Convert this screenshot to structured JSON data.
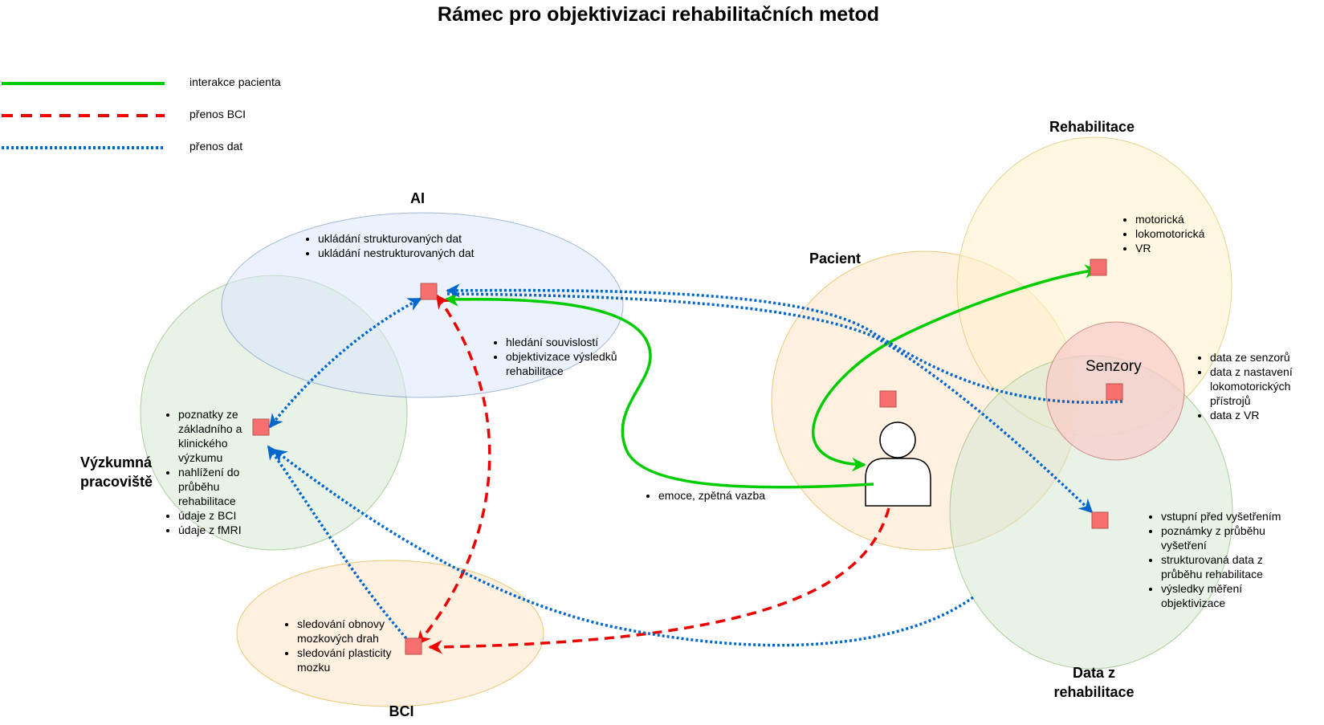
{
  "title": "Rámec pro objektivizaci rehabilitačních metod",
  "legend": [
    {
      "label": "interakce pacienta",
      "color": "#00cc00",
      "style": "solid"
    },
    {
      "label": "přenos BCI",
      "color": "#ee0000",
      "style": "dashed"
    },
    {
      "label": "přenos dat",
      "color": "#0066cc",
      "style": "dotted"
    }
  ],
  "regions": {
    "ai": {
      "title": "AI",
      "items_top": [
        "ukládání strukturovaných dat",
        "ukládání nestrukturovaných dat"
      ],
      "items_right": [
        "hledání souvislostí",
        "objektivizace výsledků rehabilitace"
      ]
    },
    "research": {
      "title": "Výzkumná pracoviště",
      "items": [
        "poznatky ze základního a klinického výzkumu",
        "nahlížení do průběhu rehabilitace",
        "údaje z BCI",
        "údaje z fMRI"
      ]
    },
    "bci": {
      "title": "BCI",
      "items": [
        "sledování obnovy mozkových drah",
        "sledování plasticity mozku"
      ]
    },
    "patient": {
      "title": "Pacient",
      "items": [
        "emoce, zpětná vazba"
      ]
    },
    "rehabilitation": {
      "title": "Rehabilitace",
      "items": [
        "motorická",
        "lokomotorická",
        "VR"
      ]
    },
    "sensors": {
      "title": "Senzory",
      "items": [
        "data ze senzorů",
        "data z nastavení lokomotorických přístrojů",
        "data z VR"
      ]
    },
    "rehab_data": {
      "title": "Data z rehabilitace",
      "items": [
        "vstupní před vyšetřením",
        "poznámky z průběhu vyšetření",
        "strukturovaná data z průběhu rehabilitace",
        "výsledky měření objektivizace"
      ]
    }
  },
  "colors": {
    "green": "#00cc00",
    "red": "#ee0000",
    "blue": "#0066cc",
    "node_fill": "#f86f6f",
    "node_stroke": "#b85450"
  }
}
